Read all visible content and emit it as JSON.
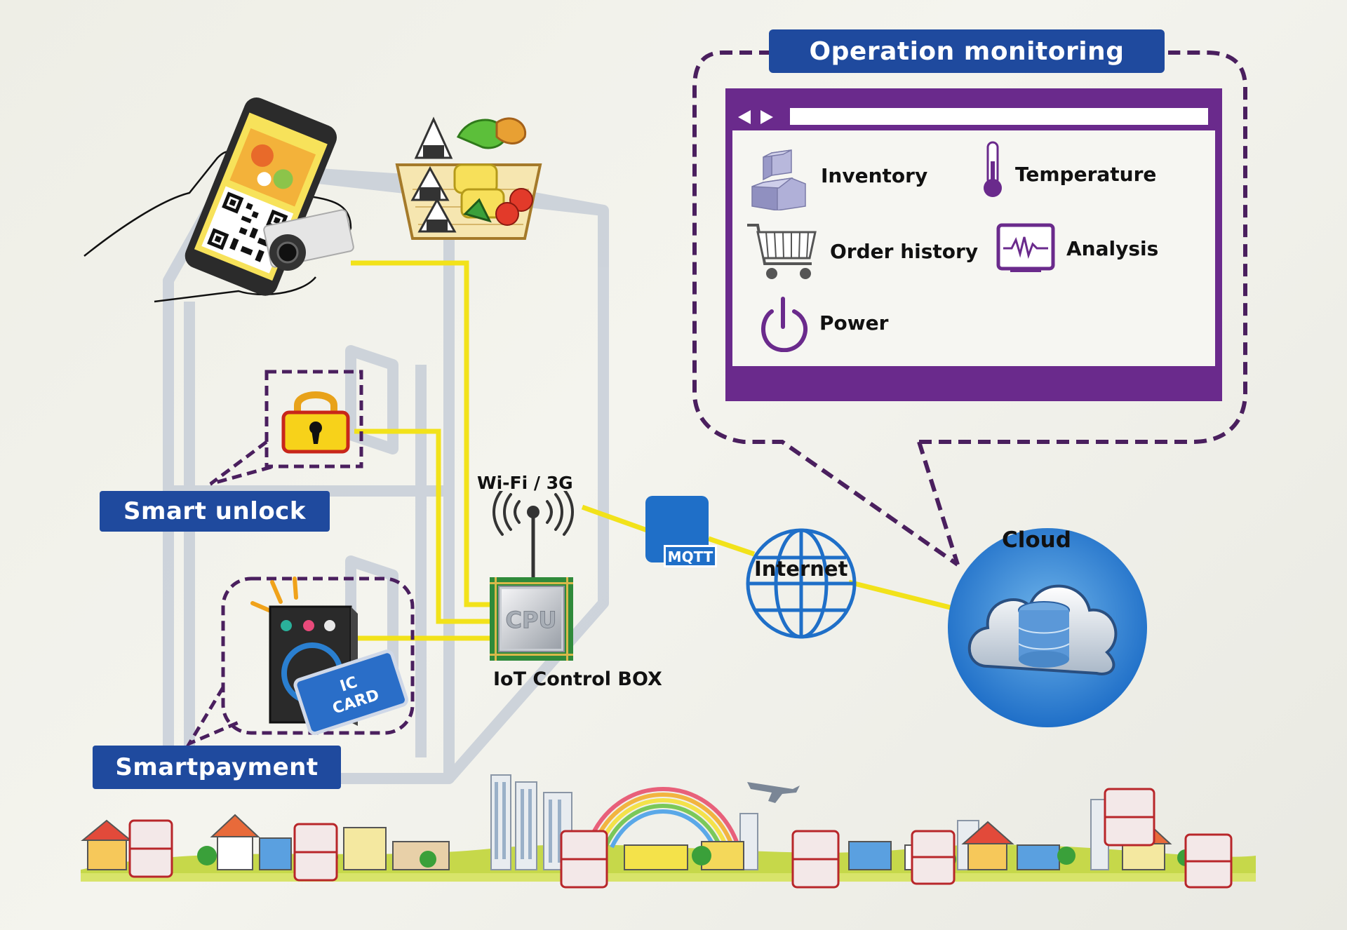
{
  "monitoring": {
    "title": "Operation monitoring",
    "items": {
      "inventory": "Inventory",
      "temperature": "Temperature",
      "order_history": "Order history",
      "analysis": "Analysis",
      "power": "Power"
    }
  },
  "labels": {
    "smart_unlock": "Smart unlock",
    "smart_payment": "Smartpayment",
    "wifi": "Wi-Fi  / 3G",
    "cpu": "CPU",
    "iot_box": "IoT Control BOX",
    "mqtt": "MQTT",
    "internet": "Internet",
    "cloud": "Cloud",
    "ic_card": [
      "IC",
      "CARD"
    ]
  },
  "colors": {
    "label_blue": "#1f4a9e",
    "purple": "#6a2a8c",
    "dashed": "#4a1f5e",
    "wire": "#f2e21a",
    "cloud_blue": "#2a7fd0"
  }
}
